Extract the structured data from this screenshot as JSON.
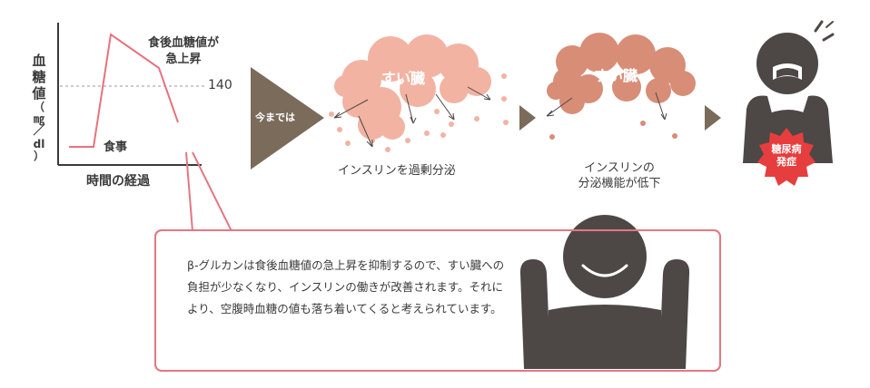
{
  "graph": {
    "y_axis_label_chars": [
      "血",
      "糖",
      "値",
      "（",
      "㎎",
      "／",
      "dl",
      "）"
    ],
    "x_axis_label": "時間の経過",
    "threshold_value": "140",
    "meal_label": "食事",
    "spike_label_line1": "食後血糖値が",
    "spike_label_line2": "急上昇"
  },
  "arrow_label": "今までは",
  "pancreas1": {
    "label": "すい臓",
    "caption": "インスリンを過剰分泌"
  },
  "pancreas2": {
    "label": "すい臓",
    "caption_line1": "インスリンの",
    "caption_line2": "分泌機能が低下"
  },
  "badge": {
    "line1": "糖尿病",
    "line2": "発症"
  },
  "callout": {
    "text": "β-グルカンは食後血糖値の急上昇を抑制するので、すい臓への負担が少なくなり、インスリンの働きが改善されます。それにより、空腹時血糖の値も落ち着いてくると考えられています。"
  },
  "colors": {
    "dark_gray": "#4d4846",
    "arrow_brown": "#7a6b5b",
    "graph_line": "#e7727f",
    "pancreas_light": "#f2b3a3",
    "pancreas_dark": "#d88d77",
    "badge_red": "#e63e3e",
    "callout_border": "#e27883"
  }
}
